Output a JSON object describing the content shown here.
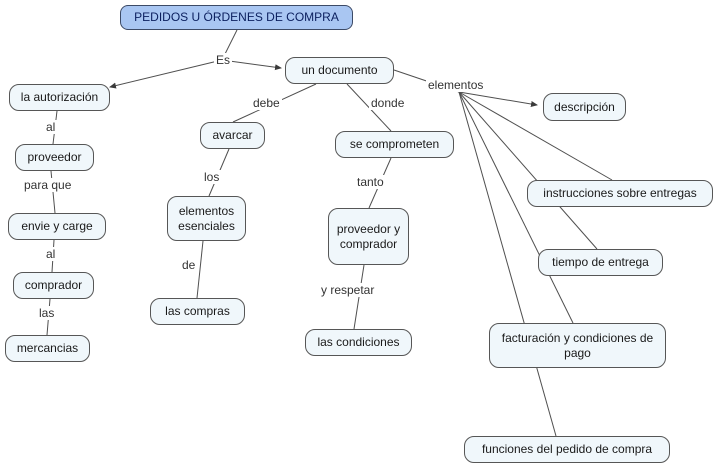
{
  "title": "PEDIDOS U ÓRDENES DE COMPRA",
  "colors": {
    "background": "#ffffff",
    "root_fill": "#a9c6f2",
    "node_fill": "#f0f7fb",
    "node_border": "#565656",
    "line": "#4f4f4f"
  },
  "nodes": {
    "root": "PEDIDOS U ÓRDENES DE COMPRA",
    "la_autorizacion": "la autorización",
    "proveedor": "proveedor",
    "envie_y_carge": "envie y carge",
    "comprador": "comprador",
    "mercancias": "mercancias",
    "un_documento": "un documento",
    "avarcar": "avarcar",
    "elementos_esenciales": "elementos esenciales",
    "las_compras": "las compras",
    "se_comprometen": "se comprometen",
    "proveedor_y_comprador": "proveedor y comprador",
    "las_condiciones": "las condiciones",
    "descripcion": "descripción",
    "instrucciones": "instrucciones sobre entregas",
    "tiempo_entrega": "tiempo de entrega",
    "facturacion": "facturación y condiciones de pago",
    "funciones": "funciones del pedido de compra"
  },
  "links": {
    "es": "Es",
    "al_1": "al",
    "para_que": "para que",
    "al_2": "al",
    "las": "las",
    "debe": "debe",
    "los": "los",
    "de": "de",
    "donde": "donde",
    "tanto": "tanto",
    "y_respetar": "y respetar",
    "elementos": "elementos"
  },
  "edges": [
    {
      "from": "PEDIDOS U ÓRDENES DE COMPRA",
      "label": "Es",
      "to": "la autorización"
    },
    {
      "from": "PEDIDOS U ÓRDENES DE COMPRA",
      "label": "Es",
      "to": "un documento"
    },
    {
      "from": "la autorización",
      "label": "al",
      "to": "proveedor"
    },
    {
      "from": "proveedor",
      "label": "para que",
      "to": "envie y carge"
    },
    {
      "from": "envie y carge",
      "label": "al",
      "to": "comprador"
    },
    {
      "from": "comprador",
      "label": "las",
      "to": "mercancias"
    },
    {
      "from": "un documento",
      "label": "debe",
      "to": "avarcar"
    },
    {
      "from": "avarcar",
      "label": "los",
      "to": "elementos esenciales"
    },
    {
      "from": "elementos esenciales",
      "label": "de",
      "to": "las compras"
    },
    {
      "from": "un documento",
      "label": "donde",
      "to": "se comprometen"
    },
    {
      "from": "se comprometen",
      "label": "tanto",
      "to": "proveedor y comprador"
    },
    {
      "from": "proveedor y comprador",
      "label": "y respetar",
      "to": "las condiciones"
    },
    {
      "from": "un documento",
      "label": "elementos",
      "to": "descripción"
    },
    {
      "from": "un documento",
      "label": "elementos",
      "to": "instrucciones sobre entregas"
    },
    {
      "from": "un documento",
      "label": "elementos",
      "to": "tiempo de entrega"
    },
    {
      "from": "un documento",
      "label": "elementos",
      "to": "facturación y condiciones de pago"
    },
    {
      "from": "un documento",
      "label": "elementos",
      "to": "funciones del pedido de compra"
    }
  ]
}
